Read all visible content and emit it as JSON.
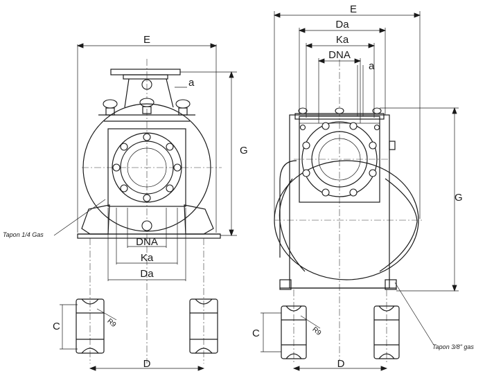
{
  "labels": {
    "left": {
      "E": "E",
      "G": "G",
      "a": "a",
      "DNA": "DNA",
      "Ka": "Ka",
      "Da": "Da",
      "C": "C",
      "R9": "R9",
      "D": "D",
      "tap_note": "Tapon 1/4 Gas"
    },
    "right": {
      "E": "E",
      "Da": "Da",
      "Ka": "Ka",
      "DNA": "DNA",
      "a": "a",
      "G": "G",
      "C": "C",
      "R9": "R9",
      "D": "D",
      "tap_note": "Tapon 3/8\" gas"
    }
  }
}
